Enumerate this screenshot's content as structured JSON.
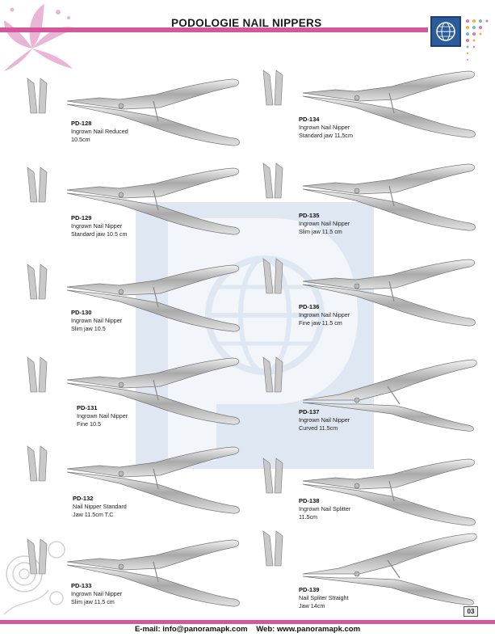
{
  "header": {
    "title": "PODOLOGIE NAIL NIPPERS"
  },
  "colors": {
    "accent": "#d2589b",
    "logo_blue": "#2a5b9a",
    "steel_light": "#e6e6e6",
    "steel_dark": "#8a8a8a"
  },
  "products": [
    {
      "code": "PD-128",
      "line1": "Ingrown Nail Reduced",
      "line2": "10.5cm",
      "line3": ""
    },
    {
      "code": "PD-134",
      "line1": "Ingrown Nail Nipper",
      "line2": "Standard jaw 11.5cm",
      "line3": ""
    },
    {
      "code": "PD-129",
      "line1": "Ingrown Nail Nipper",
      "line2": "Standard jaw 10.5 cm",
      "line3": ""
    },
    {
      "code": "PD-135",
      "line1": "Ingrown Nail Nipper",
      "line2": "Slim jaw 11.5 cm",
      "line3": ""
    },
    {
      "code": "PD-130",
      "line1": "Ingrown Nail Nipper",
      "line2": "Slim jaw 10.5",
      "line3": ""
    },
    {
      "code": "PD-136",
      "line1": "Ingrown Nail Nipper",
      "line2": "Fine jaw 11.5 cm",
      "line3": ""
    },
    {
      "code": "PD-131",
      "line1": "Ingrown Nail Nipper",
      "line2": "Fine 10.5",
      "line3": ""
    },
    {
      "code": "PD-137",
      "line1": "Ingrown Nail Nipper",
      "line2": "Curved 11.5cm",
      "line3": ""
    },
    {
      "code": "PD-132",
      "line1": "Nail Nipper Standard",
      "line2": "Jaw 11.5cm T.C",
      "line3": ""
    },
    {
      "code": "PD-138",
      "line1": "Ingrown Nail Splitter",
      "line2": "11.5cm",
      "line3": ""
    },
    {
      "code": "PD-133",
      "line1": "Ingrown Nail Nipper",
      "line2": "Slim jaw 11.5 cm",
      "line3": ""
    },
    {
      "code": "PD-139",
      "line1": "Nail Spliter Straight",
      "line2": "Jaw 14cm",
      "line3": ""
    }
  ],
  "footer": {
    "email": "E-mail: info@panoramapk.com",
    "web": "Web: www.panoramapk.com",
    "page_number": "03"
  }
}
